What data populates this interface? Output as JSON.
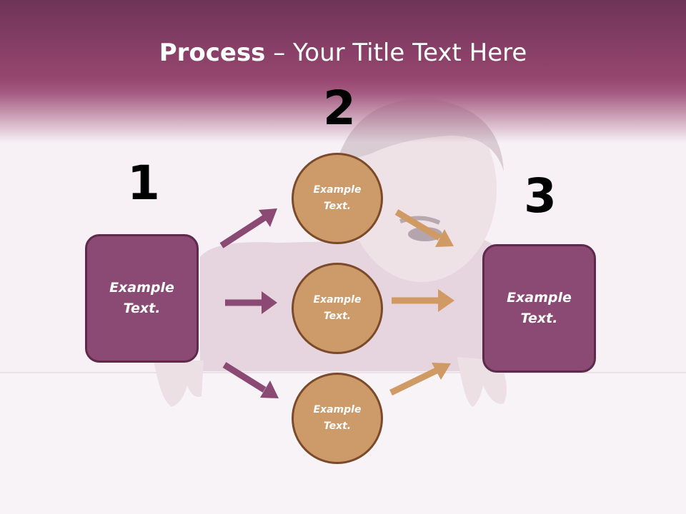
{
  "title": {
    "bold": "Process",
    "rest": " – Your Title Text Here"
  },
  "steps": {
    "n1": "1",
    "n2": "2",
    "n3": "3"
  },
  "boxes": {
    "left_line1": "Example",
    "left_line2": "Text.",
    "right_line1": "Example",
    "right_line2": "Text."
  },
  "circles": [
    {
      "line1": "Example",
      "line2": "Text."
    },
    {
      "line1": "Example",
      "line2": "Text."
    },
    {
      "line1": "Example",
      "line2": "Text."
    }
  ],
  "colors": {
    "header": "#96466f",
    "box": "#8b4a73",
    "circle": "#cd9a6a",
    "arrow_left": "#8b4a73",
    "arrow_right": "#d09a64"
  }
}
